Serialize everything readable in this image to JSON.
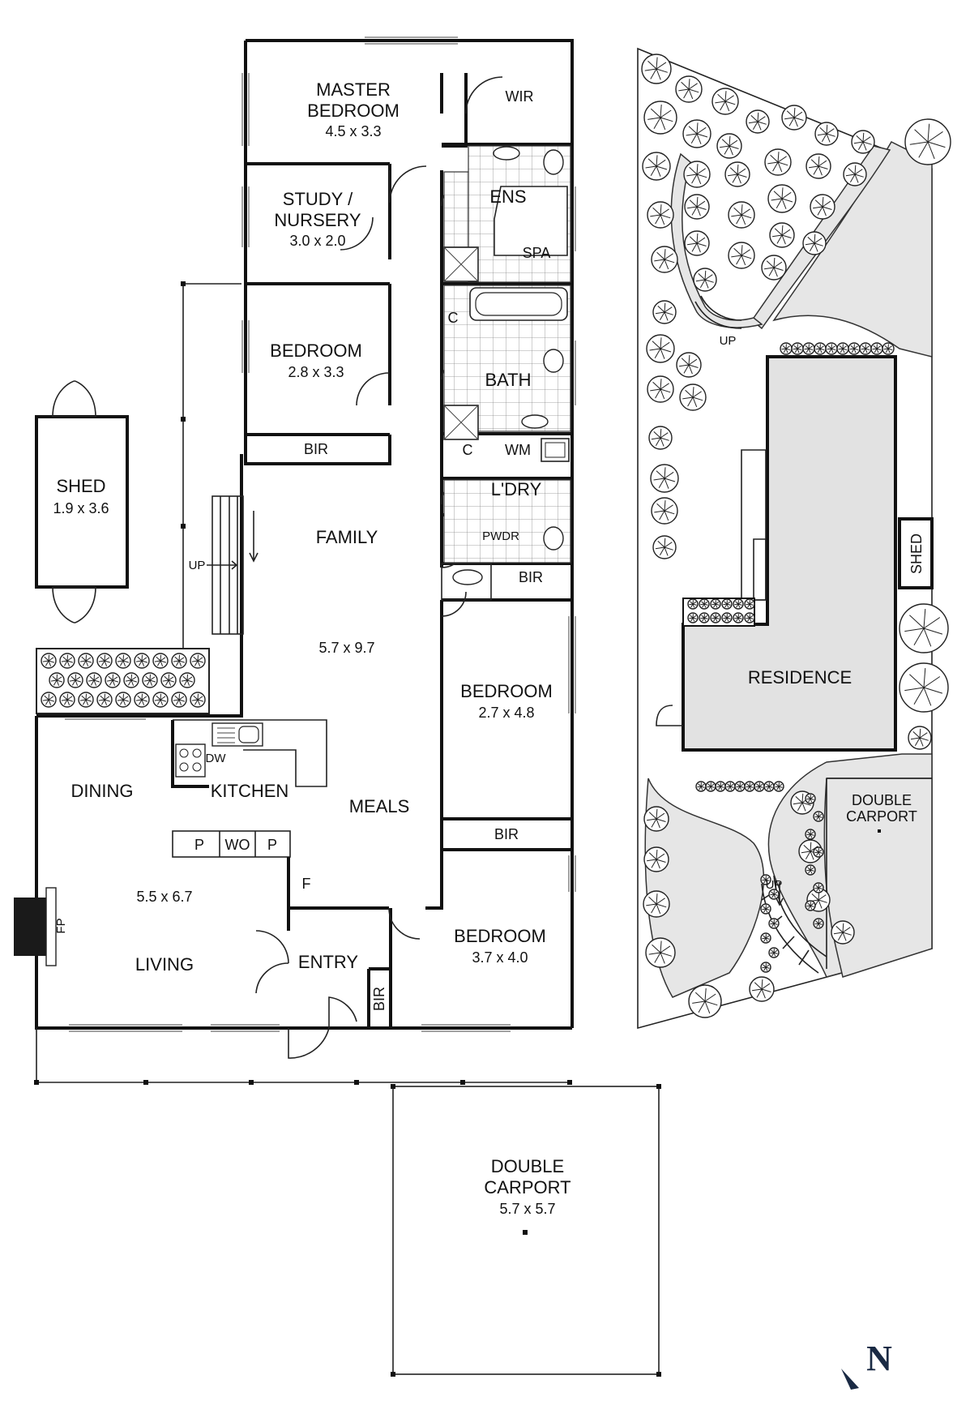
{
  "floorplan": {
    "rooms": {
      "master_bedroom": {
        "name_line1": "MASTER",
        "name_line2": "BEDROOM",
        "dims": "4.5 x 3.3"
      },
      "wir": {
        "name": "WIR"
      },
      "ens": {
        "name": "ENS"
      },
      "spa": {
        "name": "SPA"
      },
      "study": {
        "name_line1": "STUDY /",
        "name_line2": "NURSERY",
        "dims": "3.0 x 2.0"
      },
      "bedroom_2": {
        "name": "BEDROOM",
        "dims": "2.8 x 3.3"
      },
      "bir_2": {
        "name": "BIR"
      },
      "linen_c1": {
        "name": "C"
      },
      "bath": {
        "name": "BATH"
      },
      "linen_c2": {
        "name": "C"
      },
      "wm": {
        "name": "WM"
      },
      "laundry": {
        "name": "L'DRY"
      },
      "pwdr": {
        "name": "PWDR"
      },
      "bir_pwdr": {
        "name": "BIR"
      },
      "shed": {
        "name": "SHED",
        "dims": "1.9 x 3.6"
      },
      "family": {
        "name": "FAMILY",
        "dims": "5.7 x 9.7"
      },
      "bedroom_3": {
        "name": "BEDROOM",
        "dims": "2.7 x 4.8"
      },
      "bir_3": {
        "name": "BIR"
      },
      "dining": {
        "name": "DINING"
      },
      "kitchen": {
        "name": "KITCHEN"
      },
      "dw": {
        "name": "DW"
      },
      "meals": {
        "name": "MEALS"
      },
      "pantry_1": {
        "name": "P"
      },
      "wo": {
        "name": "WO"
      },
      "pantry_2": {
        "name": "P"
      },
      "living_dims": {
        "dims": "5.5 x 6.7"
      },
      "living": {
        "name": "LIVING"
      },
      "fp": {
        "name": "FP"
      },
      "f": {
        "name": "F"
      },
      "entry": {
        "name": "ENTRY"
      },
      "bir_entry": {
        "name": "BIR"
      },
      "bedroom_4": {
        "name": "BEDROOM",
        "dims": "3.7 x 4.0"
      },
      "carport": {
        "name_line1": "DOUBLE",
        "name_line2": "CARPORT",
        "dims": "5.7 x 5.7"
      }
    },
    "stairs_up_label": "UP"
  },
  "siteplan": {
    "residence": "RESIDENCE",
    "shed": "SHED",
    "carport_line1": "DOUBLE",
    "carport_line2": "CARPORT",
    "up_top": "UP",
    "up_bottom": "UP"
  },
  "compass": {
    "label": "N"
  }
}
